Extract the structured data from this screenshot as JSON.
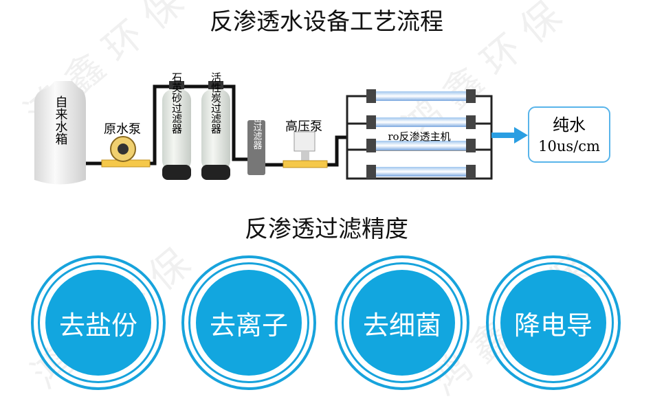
{
  "header": {
    "title": "反渗透水设备工艺流程"
  },
  "flow": {
    "tank": "自来水箱",
    "raw_pump": "原水泵",
    "sand_filter": "石英砂过滤器",
    "carbon_filter": "活性炭过滤器",
    "precision_filter": "精密过滤器",
    "hp_pump": "高压泵",
    "ro_unit": "ro反渗透主机",
    "output_title": "纯水",
    "output_value": "10us/cm"
  },
  "section2": {
    "title": "反渗透过滤精度"
  },
  "features": [
    {
      "label": "去盐份"
    },
    {
      "label": "去离子"
    },
    {
      "label": "去细菌"
    },
    {
      "label": "降电导"
    }
  ],
  "watermark": "鸿鑫环保",
  "colors": {
    "accent": "#12a6df",
    "pipe": "#111111"
  }
}
